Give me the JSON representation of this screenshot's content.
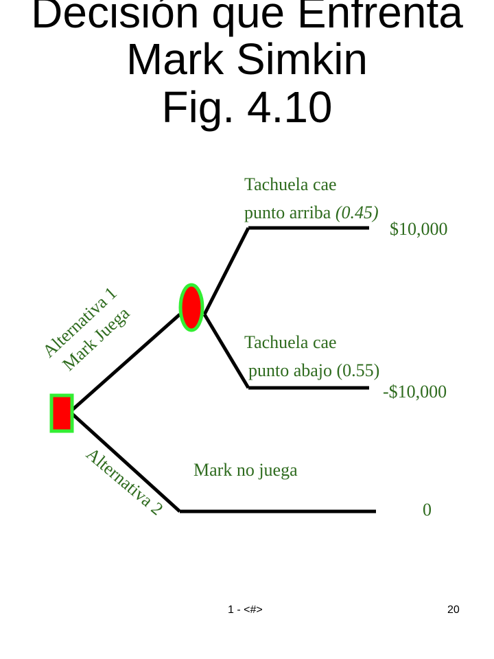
{
  "title": {
    "line1": "Decisión que Enfrenta",
    "line2": "Mark Simkin",
    "line3": "Fig. 4.10"
  },
  "tree": {
    "alt1": {
      "line1": "Alternativa 1",
      "line2": "Mark Juega"
    },
    "alt2": {
      "label": "Alternativa 2"
    },
    "outcome_up": {
      "line1": "Tachuela cae",
      "line2": "punto arriba",
      "probability": "(0.45)",
      "payoff": "$10,000"
    },
    "outcome_down": {
      "line1": "Tachuela cae",
      "line2": "punto abajo (0.55)",
      "payoff": "-$10,000"
    },
    "no_play": {
      "label": "Mark no juega",
      "payoff": "0"
    }
  },
  "footer": {
    "left": "1 - <#>",
    "right": "20"
  },
  "colors": {
    "label_text": "#2e6b1e",
    "node_fill": "#ff0000",
    "node_border": "#33ee33",
    "branch": "#000000"
  }
}
